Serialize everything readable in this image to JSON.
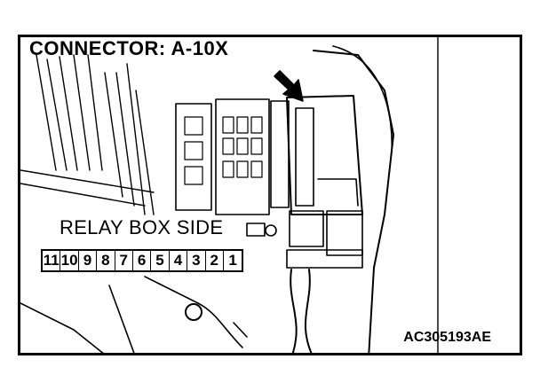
{
  "title": "CONNECTOR: A-10X",
  "relay_label": "RELAY BOX SIDE",
  "pins": [
    "11",
    "10",
    "9",
    "8",
    "7",
    "6",
    "5",
    "4",
    "3",
    "2",
    "1"
  ],
  "figure_code": "AC305193AE",
  "icons": {
    "arrow": "down-arrow-icon"
  }
}
